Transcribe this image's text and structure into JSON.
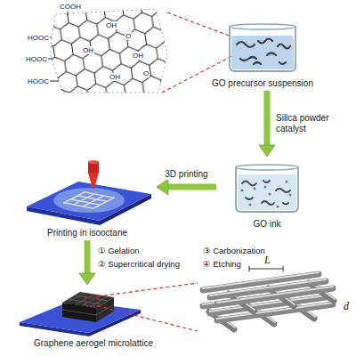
{
  "diagram": {
    "nodes": [
      {
        "text": [
          "GO precursor suspension"
        ]
      },
      {
        "text": [
          "GO ink"
        ]
      },
      {
        "text": [
          "Printing in isooctane"
        ]
      },
      {
        "text": [
          "Graphene aerogel microlattice"
        ]
      }
    ],
    "edges": [
      {
        "from": 0,
        "to": 1,
        "arrow": "to",
        "label": "Silica powder catalyst"
      },
      {
        "from": 1,
        "to": 2,
        "arrow": "to",
        "label": "3D printing"
      },
      {
        "from": 2,
        "to": 3,
        "arrow": "to"
      }
    ],
    "labels": [
      "COOH",
      "HOOC",
      "HOOC",
      "HOOC",
      "OH",
      "OH",
      "OH",
      "OH",
      "O",
      "O",
      "① Gelation",
      "② Supercritical drying",
      "③ Carbonization",
      "④ Etching",
      "L",
      "d"
    ]
  }
}
